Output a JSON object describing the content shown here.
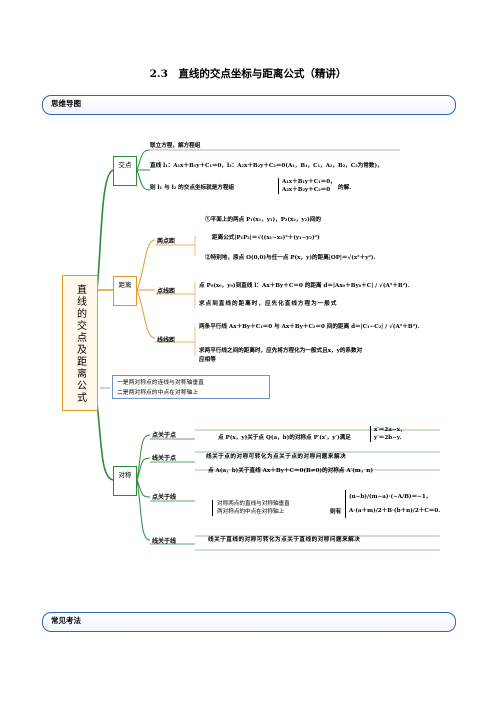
{
  "title": "2.3　直线的交点坐标与距离公式（精讲）",
  "sections": {
    "mind_map": "思维导图",
    "common_tests": "常见考法"
  },
  "root": "直线的交点及距离公式",
  "branches": {
    "intersection": {
      "label": "交点",
      "line1": "联立方程，解方程组",
      "line2": "直线 l₁：A₁x＋B₁y＋C₁＝0，l₂：A₂x＋B₂y＋C₂＝0(A₁，B₁，C₁，A₂，B₂，C₂为常数)，",
      "line3a": "则 l₁ 与 l₂ 的交点坐标就是方程组",
      "sys1": "A₁x＋B₁y＋C₁＝0，",
      "sys2": "A₂x＋B₂y＋C₂＝0",
      "line3b": "的解."
    },
    "distance": {
      "label": "距离",
      "two_points": {
        "name": "两点距",
        "t1": "①平面上的两点 P₁(x₁，y₁)，P₂(x₂，y₂)间的",
        "t2": "距离公式|P₁P₂|＝√((x₁−x₂)²＋(y₁−y₂)²)",
        "t3": "②特别地，原点 O(0,0)与任一点 P(x，y)的距离|OP|＝√(x²＋y²)."
      },
      "point_line": {
        "name": "点线距",
        "t1": "点 P₀(x₀，y₀)到直线 l：Ax＋By＋C＝0 的距离 d＝|Ax₀＋By₀＋C| / √(A²＋B²).",
        "t2": "求点到直线的距离时，应先化直线方程为一般式"
      },
      "line_line": {
        "name": "线线距",
        "t1": "两条平行线 Ax＋By＋C₁＝0 与 Ax＋By＋C₂＝0 间的距离 d＝|C₁−C₂| / √(A²＋B²).",
        "t2": "求两平行线之间的距离时，应先将方程化为一般式且x，y的系数对",
        "t3": "应相等"
      }
    },
    "note": {
      "l1": "一是两对称点的连线与对称轴垂直",
      "l2": "二是两对称点的中点在对称轴上"
    },
    "symmetry": {
      "label": "对称",
      "pp": {
        "name": "点关于点",
        "t1": "点 P(x，y)关于点 Q(a，b)的对称点 P′(x′，y′)满足",
        "s1": "x′＝2a−x，",
        "s2": "y′＝2b−y."
      },
      "lp": {
        "name": "线关于点",
        "t1": "线关于点的对称可转化为点关于点的对称问题来解决"
      },
      "pl": {
        "name": "点关于线",
        "t1": "点 A(a，b)关于直线 Ax＋By＋C＝0(B≠0)的对称点 A′(m，n)",
        "c1": "对称两点的直线与对称轴垂直",
        "c2": "两对称点的中点在对称轴上",
        "then": "则有",
        "e1": "(n−b)/(m−a)·(−A/B)＝−1，",
        "e2": "A·(a＋m)/2＋B·(b＋n)/2＋C＝0."
      },
      "ll": {
        "name": "线关于线",
        "t1": "线关于直线的对称可转化为点关于直线的对称问题来解决"
      }
    }
  },
  "colors": {
    "green": "#2e8b3a",
    "gold": "#e39a2a",
    "blue": "#2f66b7"
  }
}
